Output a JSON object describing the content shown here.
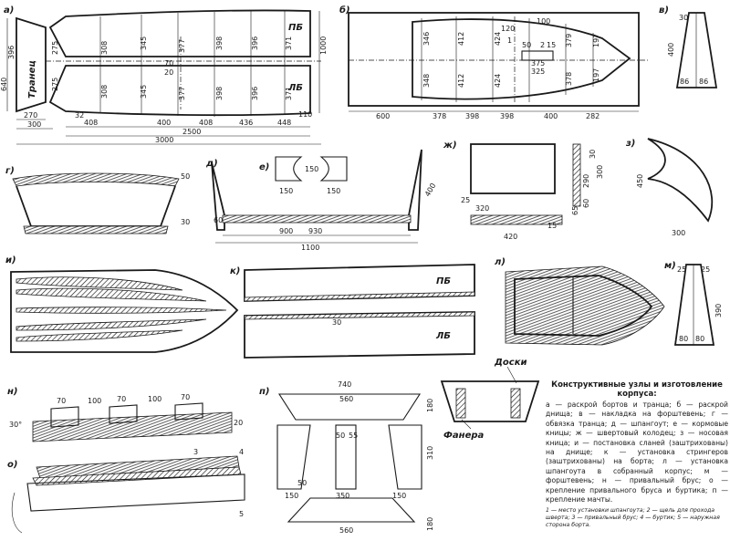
{
  "panels": {
    "a": "а)",
    "b": "б)",
    "v": "в)",
    "g": "г)",
    "d": "д)",
    "e": "е)",
    "zh": "ж)",
    "z": "з)",
    "i": "и)",
    "k": "к)",
    "l": "л)",
    "m": "м)",
    "n": "н)",
    "o": "о)",
    "p": "п)"
  },
  "panel_a": {
    "transom_label": "Транец",
    "pb_top": "ПБ",
    "pb_bottom": "ЛБ",
    "dims": {
      "h640": "640",
      "h396": "396",
      "h275a": "275",
      "h275b": "275",
      "w270": "270",
      "w300": "300",
      "d32": "32",
      "s408": "408",
      "s400": "400",
      "s408b": "408",
      "s436": "436",
      "s448": "448",
      "total2500": "2500",
      "total3000": "3000",
      "end110": "110",
      "t308": "308",
      "t345": "345",
      "t377": "377",
      "t398": "398",
      "t396": "396",
      "t371": "371",
      "b308": "308",
      "b345": "345",
      "b377": "377",
      "b398": "398",
      "b396": "396",
      "b371": "371",
      "h1000": "1000",
      "s70": "70",
      "s20": "20"
    }
  },
  "panel_b": {
    "dims": {
      "t346": "346",
      "t412": "412",
      "t424": "424",
      "t379": "379",
      "t197": "197",
      "b348": "348",
      "b412": "412",
      "b424": "424",
      "b378": "378",
      "b197": "197",
      "w600": "600",
      "w378": "378",
      "w398a": "398",
      "w398b": "398",
      "w400": "400",
      "w282": "282",
      "d100": "100",
      "d120": "120",
      "d50": "50",
      "d375": "375",
      "d325": "325",
      "n1": "1",
      "n2": "2",
      "n15": "15"
    }
  },
  "panel_v": {
    "d30": "30",
    "d400": "400",
    "d86a": "86",
    "d86b": "86"
  },
  "panel_g": {
    "d50": "50",
    "d30": "30"
  },
  "panel_d": {
    "d900": "900",
    "d930": "930",
    "d1100": "1100",
    "d400": "400",
    "d60": "60"
  },
  "panel_e": {
    "d150": "150",
    "d150b": "150",
    "d150c": "150"
  },
  "panel_zh": {
    "d30": "30",
    "d300": "300",
    "d290": "290",
    "d320": "320",
    "d25": "25",
    "d60": "60",
    "d65": "65",
    "d420": "420",
    "d15": "15"
  },
  "panel_z": {
    "d450": "450",
    "d300": "300"
  },
  "panel_k": {
    "pb": "ПБ",
    "lb": "ЛБ",
    "d30": "30"
  },
  "panel_m": {
    "d25a": "25",
    "d25b": "25",
    "d390": "390",
    "d80a": "80",
    "d80b": "80"
  },
  "panel_n": {
    "d70a": "70",
    "d100a": "100",
    "d70b": "70",
    "d100b": "100",
    "d70c": "70",
    "d20": "20",
    "angle": "30°"
  },
  "panel_o": {
    "c3": "3",
    "c4": "4",
    "c5": "5"
  },
  "panel_p": {
    "d740": "740",
    "d560a": "560",
    "d180a": "180",
    "d50a": "50",
    "d55": "55",
    "d310": "310",
    "d50b": "50",
    "d150a": "150",
    "d350": "350",
    "d150b": "150",
    "d180b": "180",
    "d560b": "560",
    "doski": "Доски",
    "fanera": "Фанера"
  },
  "caption": {
    "title": "Конструктивные узлы и изготовление корпуса:",
    "body": "а — раскрой бортов и транца; б — раскрой днища; в — накладка на форштевень; г — обвязка транца; д — шпангоут; е — кормовые кницы; ж — швертовый колодец; з — носовая кница; и — постановка слaней (заштрихованы) на днище; к — установка стрингеров (заштрихованы) на борта; л — установка шпангоута в собранный корпус; м — форштевень; н — привальный брус; о — крепление привального бруса и буртика; п — крепление мачты.",
    "footnote": "1 — место установки шпангоута; 2 — щель для прохода шверта; 3 — привальный брус; 4 — буртик; 5 — наружная сторона борта."
  }
}
